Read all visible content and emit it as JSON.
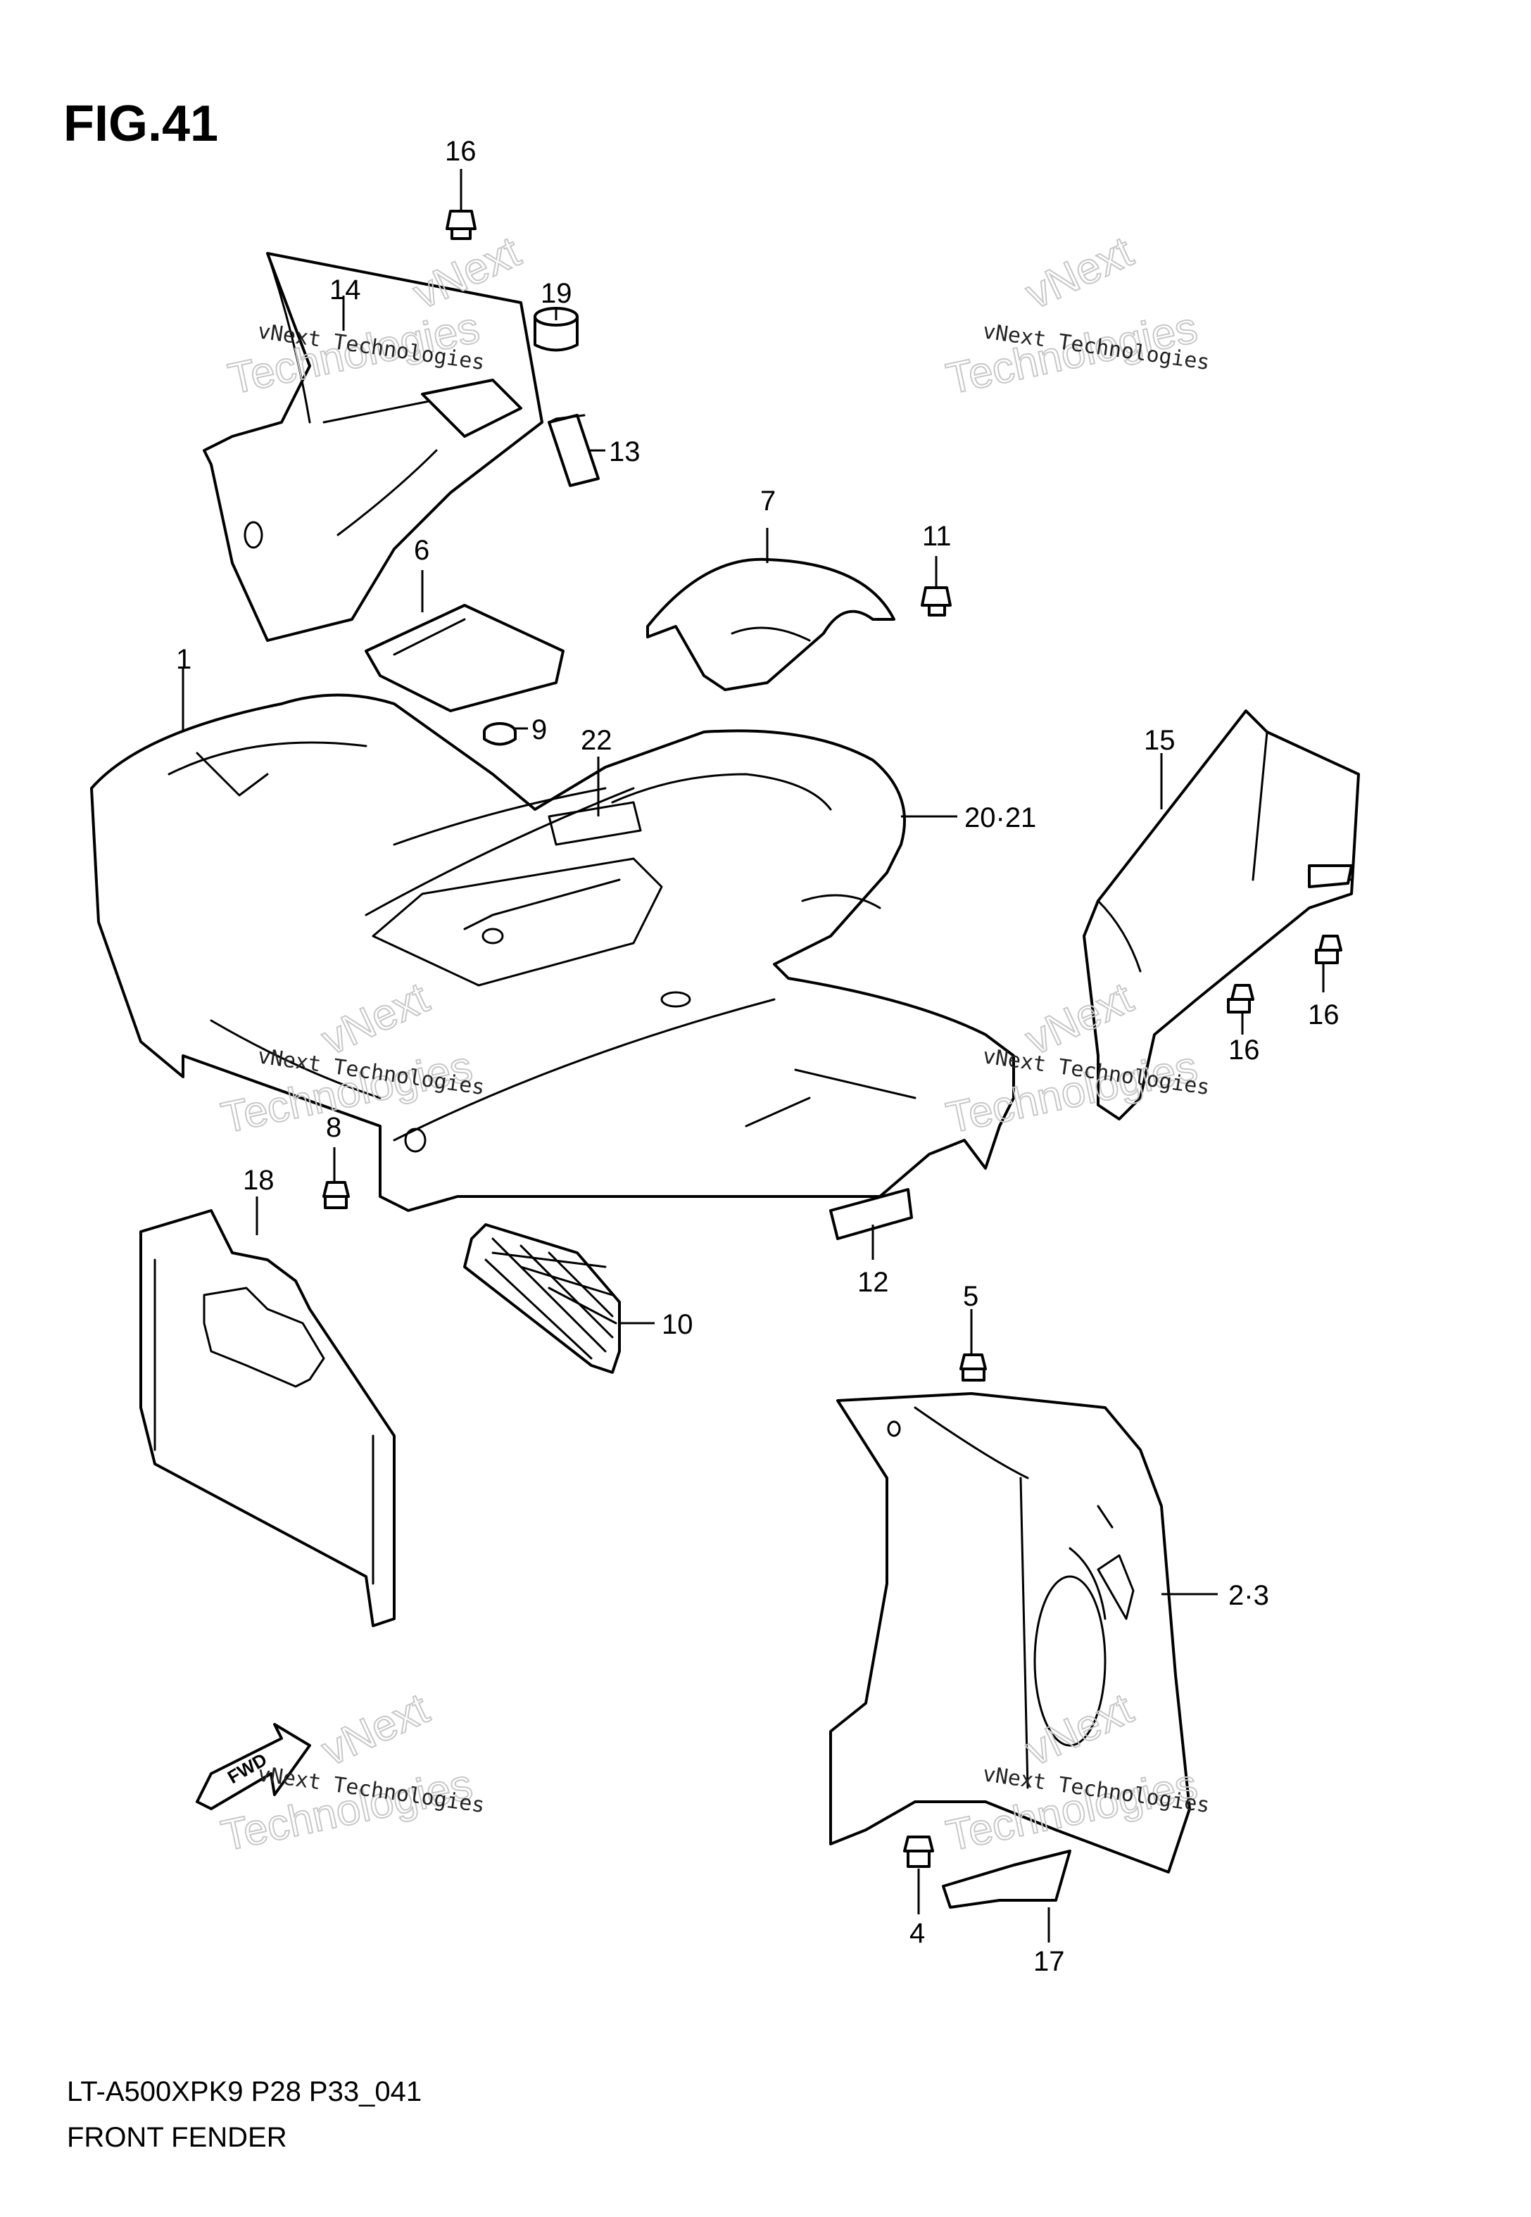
{
  "figure": {
    "title": "FIG.41",
    "model_code": "LT-A500XPK9 P28 P33_041",
    "section_name": "FRONT FENDER"
  },
  "watermark": {
    "line1": "vNext Technologies",
    "line2": "Technologies",
    "line3": "vNext"
  },
  "fwd_label": "FWD",
  "callouts": {
    "c1": "1",
    "c2_3": "2·3",
    "c4": "4",
    "c5": "5",
    "c6": "6",
    "c7": "7",
    "c8": "8",
    "c9": "9",
    "c10": "10",
    "c11": "11",
    "c12": "12",
    "c13": "13",
    "c14": "14",
    "c15": "15",
    "c16_top": "16",
    "c16_right_a": "16",
    "c16_right_b": "16",
    "c17": "17",
    "c18": "18",
    "c19": "19",
    "c20_21": "20·21",
    "c22": "22"
  }
}
